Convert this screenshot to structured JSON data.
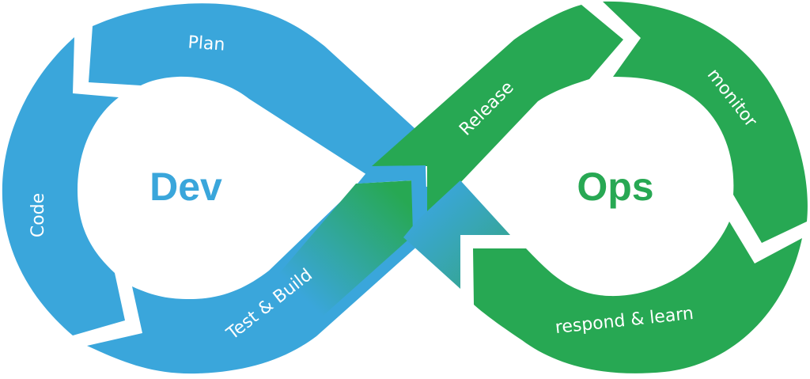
{
  "colors": {
    "dev": "#3aa6db",
    "ops": "#27a853",
    "background": "#ffffff",
    "label": "#ffffff"
  },
  "dev": {
    "title": "Dev",
    "stages": [
      {
        "label": "Plan"
      },
      {
        "label": "Code"
      },
      {
        "label": "Test & Build"
      }
    ]
  },
  "ops": {
    "title": "Ops",
    "stages": [
      {
        "label": "Release"
      },
      {
        "label": "monitor"
      },
      {
        "label": "respond & learn"
      }
    ]
  }
}
